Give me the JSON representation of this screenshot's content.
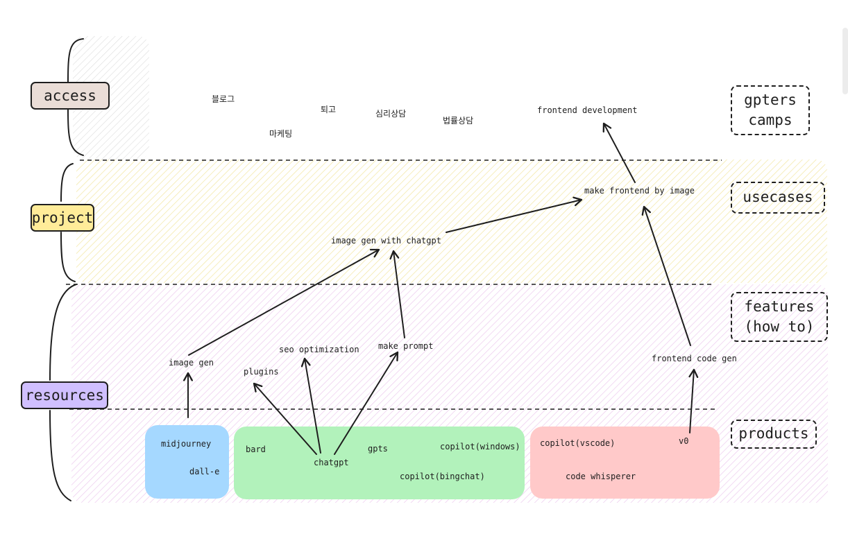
{
  "left_categories": {
    "access": "access",
    "project": "project",
    "resources": "resources"
  },
  "right_labels": {
    "gpters_camps_line1": "gpters",
    "gpters_camps_line2": "camps",
    "usecases": "usecases",
    "features_line1": "features",
    "features_line2": "(how to)",
    "products": "products"
  },
  "access_items": {
    "blog": "블로그",
    "marketing": "마케팅",
    "toego": "퇴고",
    "counseling": "심리상담",
    "legal": "법률상담",
    "frontend_development": "frontend development"
  },
  "usecase_items": {
    "make_frontend_by_image": "make frontend by image",
    "image_gen_with_chatgpt": "image gen with chatgpt"
  },
  "feature_items": {
    "image_gen": "image gen",
    "plugins": "plugins",
    "seo_optimization": "seo optimization",
    "make_prompt": "make prompt",
    "frontend_code_gen": "frontend code gen"
  },
  "product_items": {
    "midjourney": "midjourney",
    "dalle": "dall-e",
    "bard": "bard",
    "chatgpt": "chatgpt",
    "gpts": "gpts",
    "copilot_windows": "copilot(windows)",
    "copilot_bingchat": "copilot(bingchat)",
    "copilot_vscode": "copilot(vscode)",
    "v0": "v0",
    "code_whisperer": "code whisperer"
  },
  "colors": {
    "access_fill": "#eaddd7",
    "project_fill": "#ffec99",
    "resources_fill": "#d0bfff",
    "image_products_fill": "#a5d8ff",
    "chat_products_fill": "#b2f2bb",
    "code_products_fill": "#ffc9c9",
    "hatch_gray": "#dcdcdc",
    "hatch_yellow": "#f4eaa6",
    "hatch_purple": "#ecc6ee"
  }
}
